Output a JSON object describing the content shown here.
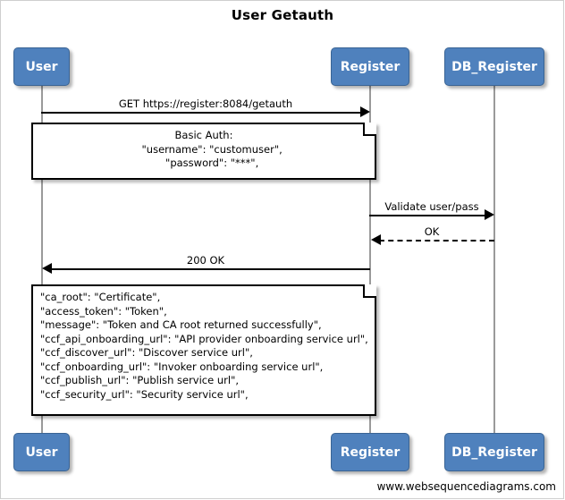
{
  "diagram": {
    "title": "User Getauth",
    "footer": "www.websequencediagrams.com",
    "colors": {
      "actor_fill": "#4f81bd",
      "actor_border": "#3a6494",
      "actor_text": "#ffffff",
      "lifeline": "#9a9a9a",
      "line": "#000000",
      "note_fill": "#ffffff",
      "background": "#ffffff"
    }
  },
  "actors": [
    {
      "id": "user",
      "label": "User"
    },
    {
      "id": "register",
      "label": "Register"
    },
    {
      "id": "db_register",
      "label": "DB_Register"
    }
  ],
  "actors_bottom": [
    {
      "id": "user",
      "label": "User"
    },
    {
      "id": "register",
      "label": "Register"
    },
    {
      "id": "db_register",
      "label": "DB_Register"
    }
  ],
  "messages": [
    {
      "id": "m1",
      "label": "GET https://register:8084/getauth",
      "from": "user",
      "to": "register",
      "direction": "right",
      "style": "solid"
    },
    {
      "id": "m2",
      "label": "Validate user/pass",
      "from": "register",
      "to": "db_register",
      "direction": "right",
      "style": "solid"
    },
    {
      "id": "m3",
      "label": "OK",
      "from": "db_register",
      "to": "register",
      "direction": "left",
      "style": "dashed"
    },
    {
      "id": "m4",
      "label": "200 OK",
      "from": "register",
      "to": "user",
      "direction": "left",
      "style": "solid"
    }
  ],
  "notes": [
    {
      "id": "note_basic_auth",
      "text": "Basic Auth:\n     \"username\": \"customuser\",\n     \"password\": \"***\","
    },
    {
      "id": "note_response",
      "text": "\"ca_root\": \"Certificate\",\n\"access_token\": \"Token\",\n\"message\": \"Token and CA root returned successfully\",\n\"ccf_api_onboarding_url\": \"API provider onboarding service url\",\n\"ccf_discover_url\": \"Discover service url\",\n\"ccf_onboarding_url\": \"Invoker onboarding service url\",\n\"ccf_publish_url\": \"Publish service url\",\n\"ccf_security_url\": \"Security service url\","
    }
  ]
}
